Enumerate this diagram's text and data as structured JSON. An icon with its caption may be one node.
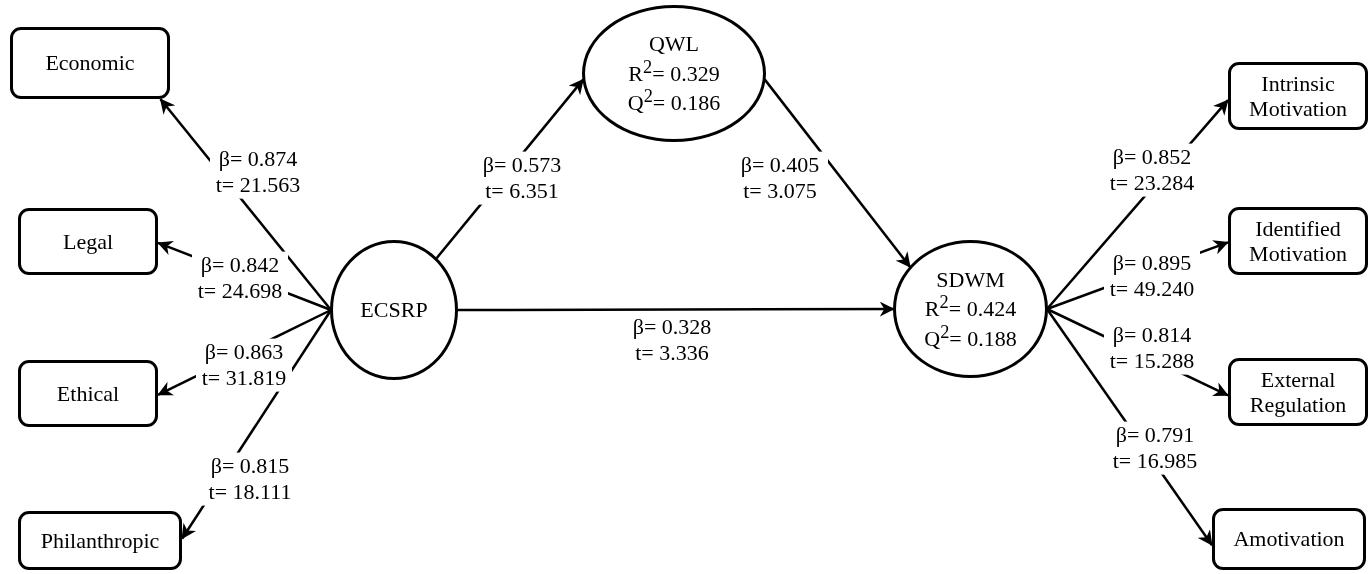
{
  "diagram": {
    "nodes": [
      {
        "text": [
          "Economic"
        ]
      },
      {
        "text": [
          "Legal"
        ]
      },
      {
        "text": [
          "Ethical"
        ]
      },
      {
        "text": [
          "Philanthropic"
        ]
      },
      {
        "text": [
          "ECSRP"
        ]
      },
      {
        "text": [
          "QWL",
          "R$^{2}$= 0.329",
          "Q$^{2}$= 0.186"
        ]
      },
      {
        "text": [
          "SDWM",
          "R$^{2}$= 0.424",
          "Q$^{2}$= 0.188"
        ]
      },
      {
        "text": [
          "Intrinsic Motivation"
        ]
      },
      {
        "text": [
          "Identified Motivation"
        ]
      },
      {
        "text": [
          "External Regulation"
        ]
      },
      {
        "text": [
          "Amotivation"
        ]
      }
    ],
    "edges": [
      {
        "from": 4,
        "to": 0,
        "arrow": "to",
        "label": "β= 0.874 t= 21.563"
      },
      {
        "from": 4,
        "to": 1,
        "arrow": "to",
        "label": "β= 0.842 t= 24.698"
      },
      {
        "from": 4,
        "to": 2,
        "arrow": "to",
        "label": "β= 0.863 t= 31.819"
      },
      {
        "from": 4,
        "to": 3,
        "arrow": "to",
        "label": "β= 0.815 t= 18.111"
      },
      {
        "from": 4,
        "to": 5,
        "arrow": "to",
        "label": "β= 0.573 t= 6.351"
      },
      {
        "from": 5,
        "to": 6,
        "arrow": "to",
        "label": "β= 0.405 t= 3.075"
      },
      {
        "from": 4,
        "to": 6,
        "arrow": "to",
        "label": "β= 0.328 t= 3.336"
      },
      {
        "from": 6,
        "to": 7,
        "arrow": "to",
        "label": "β= 0.852 t= 23.284"
      },
      {
        "from": 6,
        "to": 8,
        "arrow": "to",
        "label": "β= 0.895 t= 49.240"
      },
      {
        "from": 6,
        "to": 9,
        "arrow": "to",
        "label": "β= 0.814 t= 15.288"
      },
      {
        "from": 6,
        "to": 10,
        "arrow": "to",
        "label": "β= 0.791 t= 16.985"
      }
    ]
  }
}
